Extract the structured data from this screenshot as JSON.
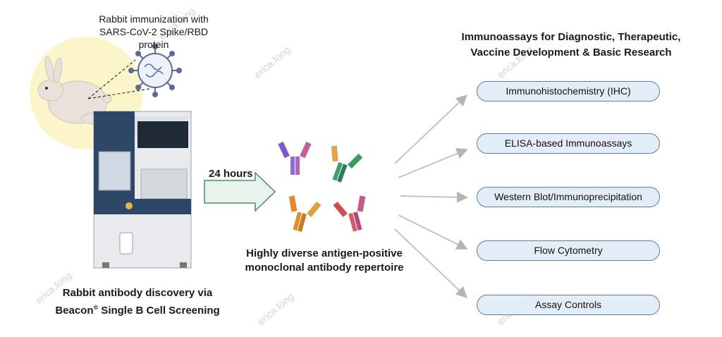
{
  "immunization": {
    "line1": "Rabbit immunization with",
    "line2": "SARS-CoV-2 Spike/RBD protein"
  },
  "timing": {
    "label": "24 hours"
  },
  "repertoire": {
    "line1": "Highly diverse antigen-positive",
    "line2": "monoclonal antibody repertoire"
  },
  "discovery": {
    "line1": "Rabbit antibody discovery via",
    "line2_prefix": "Beacon",
    "line2_sup": "®",
    "line2_suffix": " Single B Cell Screening"
  },
  "applications": {
    "title_line1": "Immunoassays for Diagnostic, Therapeutic,",
    "title_line2": "Vaccine Development & Basic Research",
    "items": [
      "Immunohistochemistry (IHC)",
      "ELISA-based Immunoassays",
      "Western Blot/Immunoprecipitation",
      "Flow Cytometry",
      "Assay Controls"
    ]
  },
  "watermark": "erica.fong",
  "colors": {
    "pill_fill": "#e3edf8",
    "pill_border": "#5b7fa3",
    "arrow_fill": "#e6f4ec",
    "arrow_stroke": "#4d8f76",
    "rabbit_bg": "#fbf5c9"
  }
}
